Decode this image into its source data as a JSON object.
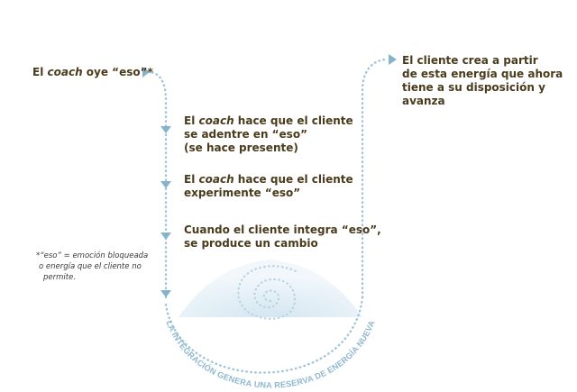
{
  "colors": {
    "text": "#4a3b1c",
    "path": "#9fc4d8",
    "arrow": "#86b3cc",
    "reserve": "#e6f0f6",
    "curve_text": "#8fb8cf"
  },
  "start_label": {
    "pre": "El ",
    "em": "coach",
    "post": " oye “eso”*"
  },
  "step1": {
    "pre": "El ",
    "em": "coach",
    "post": " hace que el cliente",
    "line2": "se adentre en “eso”",
    "line3": "(se hace presente)"
  },
  "step2": {
    "pre": "El ",
    "em": "coach",
    "post": " hace que el cliente",
    "line2": "experimente “eso”"
  },
  "step3": {
    "line1": "Cuando el cliente integra “eso”,",
    "line2": "se produce un cambio"
  },
  "footnote": {
    "line1": "*“eso” = emoción bloqueada",
    "line2": "o energía que el cliente no",
    "line3": "permite."
  },
  "end_label": {
    "line1": "El cliente crea a partir",
    "line2": "de esta energía que ahora",
    "line3": "tiene a su disposición y",
    "line4": "avanza"
  },
  "curve_text": "LA INTEGRACIÓN GENERA UNA RESERVA DE ENERGÍA NUEVA"
}
